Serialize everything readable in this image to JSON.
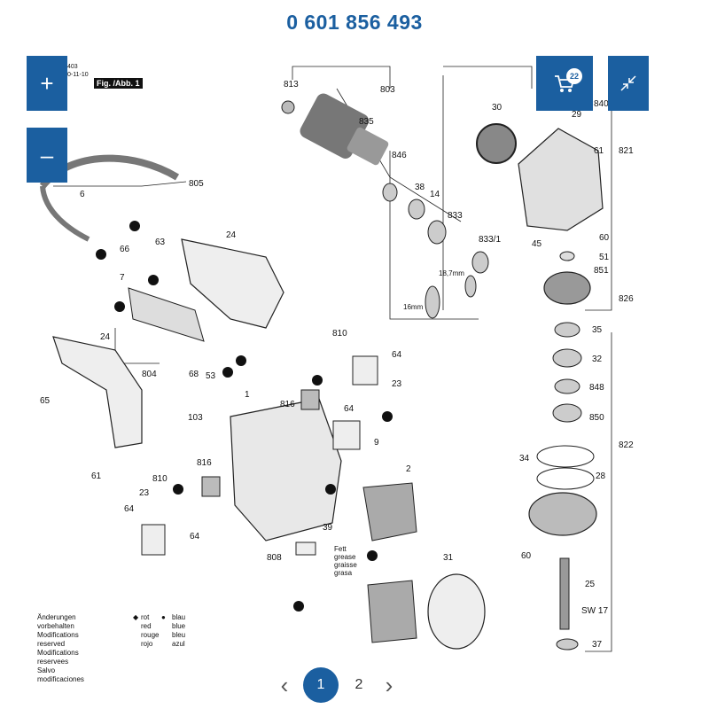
{
  "title": "0 601 856 493",
  "figure": {
    "label": "Fig. /Abb. 1",
    "code_lines": [
      "403",
      "",
      "0-11-10"
    ]
  },
  "controls": {
    "zoom_in": "+",
    "zoom_out": "–",
    "cart_badge": "22"
  },
  "pagination": {
    "pages": [
      "1",
      "2"
    ],
    "active": "1"
  },
  "legend": {
    "lines": [
      "Änderungen vorbehalten",
      "Modifications reserved",
      "Modifications reservees",
      "Salvo modificaciones"
    ],
    "red_marker": "◆",
    "red": [
      "rot",
      "red",
      "rouge",
      "rojo"
    ],
    "blue_marker": "●",
    "blue": [
      "blau",
      "blue",
      "bleu",
      "azul"
    ]
  },
  "parts": {
    "p813": "813",
    "p803": "803",
    "p835": "835",
    "p846": "846",
    "p38": "38",
    "p14": "14",
    "p833a": "833",
    "p833b": "833/1",
    "p30": "30",
    "p29": "29",
    "p840": "840",
    "p61a": "61",
    "p821": "821",
    "p60a": "60",
    "p51": "51",
    "p45": "45",
    "p851": "851",
    "p826": "826",
    "p187": "18,7mm",
    "p16": "16mm",
    "p805": "805",
    "p6": "6",
    "p66": "66",
    "p63": "63",
    "p24a": "24",
    "p7": "7",
    "p804": "804",
    "p68": "68",
    "p53": "53",
    "p24b": "24",
    "p65": "65",
    "p61b": "61",
    "p810a": "810",
    "p64a": "64",
    "p23a": "23",
    "p816a": "816",
    "p64b": "64",
    "p1": "1",
    "p103": "103",
    "p9": "9",
    "p2": "2",
    "p816b": "816",
    "p810b": "810",
    "p23b": "23",
    "p64c": "64",
    "p64d": "64",
    "p39": "39",
    "p808": "808",
    "p31": "31",
    "p35": "35",
    "p32": "32",
    "p848": "848",
    "p850": "850",
    "p822": "822",
    "p34": "34",
    "p28": "28",
    "p60b": "60",
    "p25": "25",
    "sw17": "SW 17",
    "p37": "37",
    "grease": "Fett\ngrease\ngraisse\ngrasa"
  }
}
